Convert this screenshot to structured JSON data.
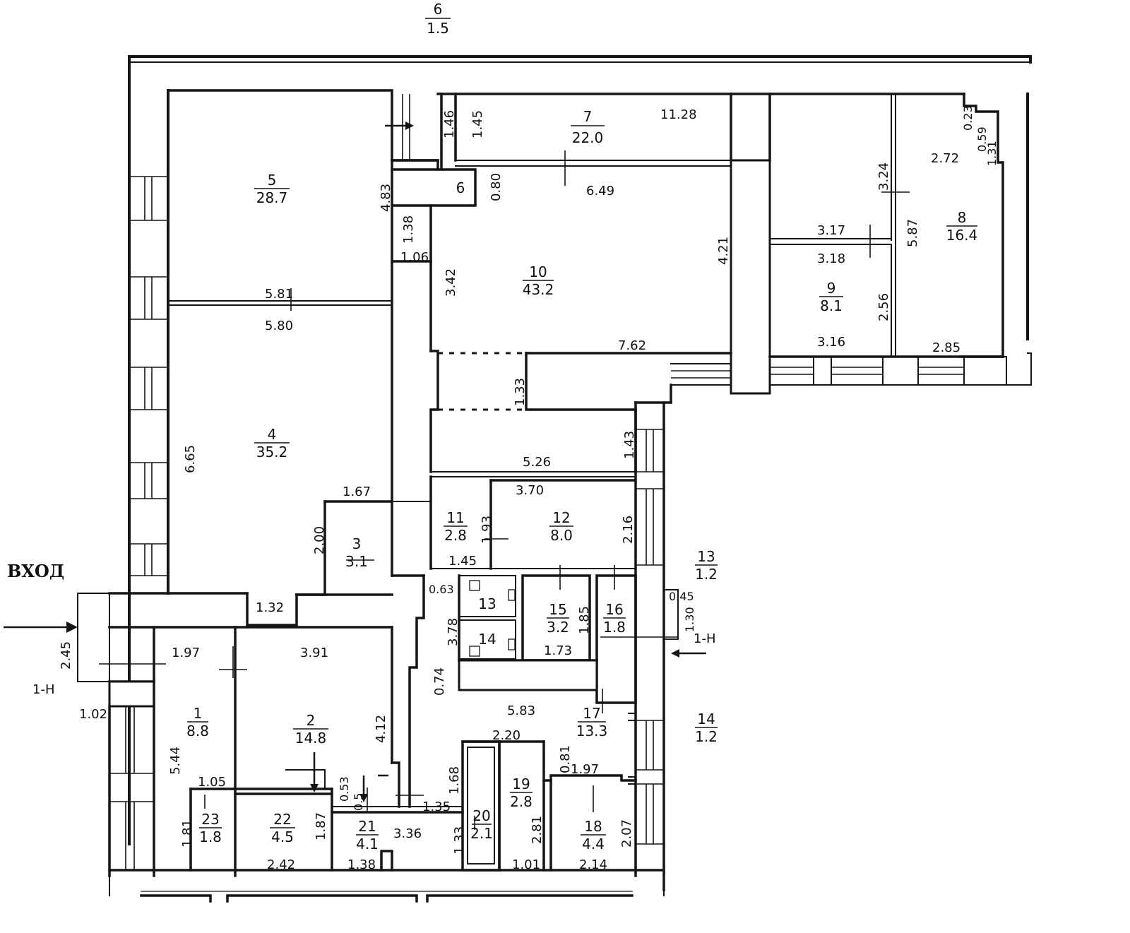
{
  "entrance_label": "ВХОД",
  "section_marks": [
    "1-Н",
    "1-Н"
  ],
  "rooms": [
    {
      "id": "r1",
      "number": "1",
      "area": "8.8"
    },
    {
      "id": "r2",
      "number": "2",
      "area": "14.8"
    },
    {
      "id": "r3",
      "number": "3",
      "area": "3.1"
    },
    {
      "id": "r4",
      "number": "4",
      "area": "35.2"
    },
    {
      "id": "r5",
      "number": "5",
      "area": "28.7"
    },
    {
      "id": "r6",
      "number": "6",
      "area": "1.5"
    },
    {
      "id": "r6b",
      "number": "6",
      "area": ""
    },
    {
      "id": "r7",
      "number": "7",
      "area": "22.0"
    },
    {
      "id": "r8",
      "number": "8",
      "area": "16.4"
    },
    {
      "id": "r9",
      "number": "9",
      "area": "8.1"
    },
    {
      "id": "r10",
      "number": "10",
      "area": "43.2"
    },
    {
      "id": "r11",
      "number": "11",
      "area": "2.8"
    },
    {
      "id": "r12",
      "number": "12",
      "area": "8.0"
    },
    {
      "id": "r13",
      "number": "13",
      "area": "1.2"
    },
    {
      "id": "r13b",
      "number": "13",
      "area": ""
    },
    {
      "id": "r14",
      "number": "14",
      "area": "1.2"
    },
    {
      "id": "r14b",
      "number": "14",
      "area": ""
    },
    {
      "id": "r15",
      "number": "15",
      "area": "3.2"
    },
    {
      "id": "r16",
      "number": "16",
      "area": "1.8"
    },
    {
      "id": "r17",
      "number": "17",
      "area": "13.3"
    },
    {
      "id": "r18",
      "number": "18",
      "area": "4.4"
    },
    {
      "id": "r19",
      "number": "19",
      "area": "2.8"
    },
    {
      "id": "r20",
      "number": "20",
      "area": "2.1"
    },
    {
      "id": "r21",
      "number": "21",
      "area": "4.1"
    },
    {
      "id": "r22",
      "number": "22",
      "area": "4.5"
    },
    {
      "id": "r23",
      "number": "23",
      "area": "1.8"
    }
  ],
  "dimensions": [
    {
      "id": "d1",
      "text": "11.28"
    },
    {
      "id": "d2",
      "text": "1.46"
    },
    {
      "id": "d3",
      "text": "1.45"
    },
    {
      "id": "d4",
      "text": "0.80"
    },
    {
      "id": "d5",
      "text": "6.49"
    },
    {
      "id": "d6",
      "text": "4.83"
    },
    {
      "id": "d7",
      "text": "1.38"
    },
    {
      "id": "d8",
      "text": "1.06"
    },
    {
      "id": "d9",
      "text": "3.42"
    },
    {
      "id": "d10",
      "text": "4.21"
    },
    {
      "id": "d11",
      "text": "5.81"
    },
    {
      "id": "d12",
      "text": "5.80"
    },
    {
      "id": "d13",
      "text": "7.62"
    },
    {
      "id": "d14",
      "text": "1.33"
    },
    {
      "id": "d15",
      "text": "0.23"
    },
    {
      "id": "d16",
      "text": "0.59"
    },
    {
      "id": "d17",
      "text": "1.31"
    },
    {
      "id": "d18",
      "text": "2.72"
    },
    {
      "id": "d19",
      "text": "3.24"
    },
    {
      "id": "d20",
      "text": "3.17"
    },
    {
      "id": "d21",
      "text": "3.18"
    },
    {
      "id": "d22",
      "text": "5.87"
    },
    {
      "id": "d23",
      "text": "2.56"
    },
    {
      "id": "d24",
      "text": "3.16"
    },
    {
      "id": "d25",
      "text": "2.85"
    },
    {
      "id": "d26",
      "text": "6.65"
    },
    {
      "id": "d27",
      "text": "1.43"
    },
    {
      "id": "d28",
      "text": "5.26"
    },
    {
      "id": "d29",
      "text": "3.70"
    },
    {
      "id": "d30",
      "text": "1.67"
    },
    {
      "id": "d31",
      "text": "2.00"
    },
    {
      "id": "d32",
      "text": "1.93"
    },
    {
      "id": "d33",
      "text": "2.16"
    },
    {
      "id": "d34",
      "text": "1.45"
    },
    {
      "id": "d35",
      "text": "0.63"
    },
    {
      "id": "d36",
      "text": "0.45"
    },
    {
      "id": "d37",
      "text": "3.78"
    },
    {
      "id": "d38",
      "text": "1.85"
    },
    {
      "id": "d39",
      "text": "1.30"
    },
    {
      "id": "d40",
      "text": "1.73"
    },
    {
      "id": "d41",
      "text": "1.32"
    },
    {
      "id": "d42",
      "text": "2.45"
    },
    {
      "id": "d43",
      "text": "1.97"
    },
    {
      "id": "d44",
      "text": "3.91"
    },
    {
      "id": "d45",
      "text": "0.74"
    },
    {
      "id": "d46",
      "text": "1.02"
    },
    {
      "id": "d47",
      "text": "5.83"
    },
    {
      "id": "d48",
      "text": "4.12"
    },
    {
      "id": "d49",
      "text": "5.44"
    },
    {
      "id": "d50",
      "text": "2.20"
    },
    {
      "id": "d51",
      "text": "0.81"
    },
    {
      "id": "d52",
      "text": "1.97"
    },
    {
      "id": "d53",
      "text": "1.68"
    },
    {
      "id": "d54",
      "text": "1.05"
    },
    {
      "id": "d55",
      "text": "0.53"
    },
    {
      "id": "d56",
      "text": "0.5"
    },
    {
      "id": "d57",
      "text": "1.35"
    },
    {
      "id": "d58",
      "text": "2.81"
    },
    {
      "id": "d59",
      "text": "2.07"
    },
    {
      "id": "d60",
      "text": "1.81"
    },
    {
      "id": "d61",
      "text": "1.87"
    },
    {
      "id": "d62",
      "text": "3.36"
    },
    {
      "id": "d63",
      "text": "1.33"
    },
    {
      "id": "d64",
      "text": "2.42"
    },
    {
      "id": "d65",
      "text": "1.38"
    },
    {
      "id": "d66",
      "text": "1.01"
    },
    {
      "id": "d67",
      "text": "2.14"
    }
  ]
}
